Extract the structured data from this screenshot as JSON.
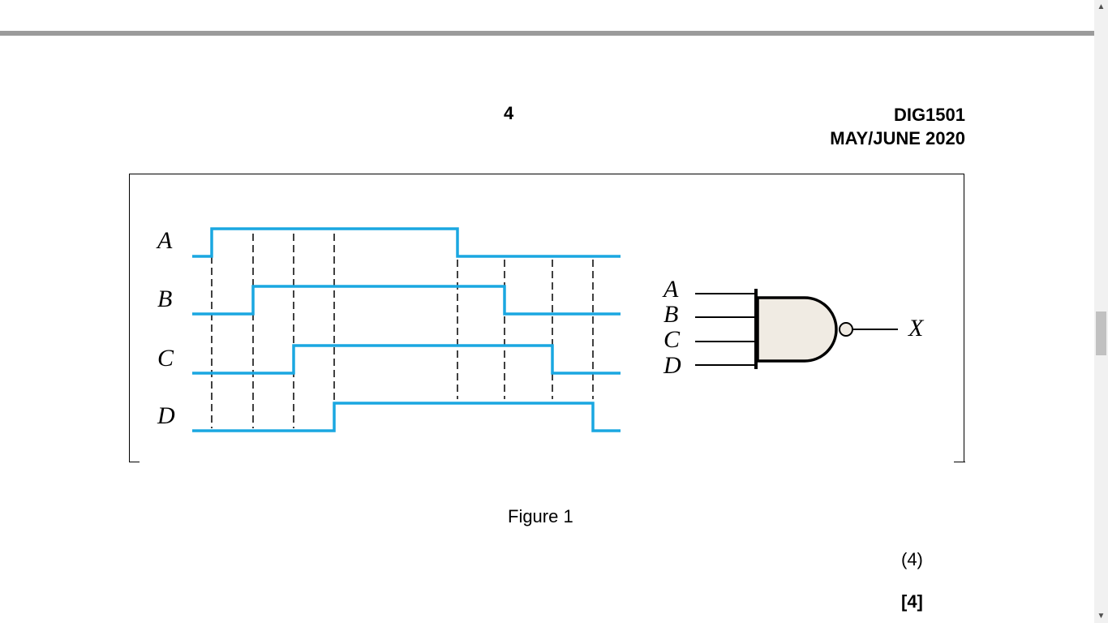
{
  "header": {
    "page_number": "4",
    "course_code": "DIG1501",
    "exam_session": "MAY/JUNE 2020"
  },
  "figure": {
    "signals": [
      {
        "name": "A",
        "levels": [
          0,
          1,
          1,
          1,
          1,
          0,
          0,
          0,
          0
        ]
      },
      {
        "name": "B",
        "levels": [
          0,
          0,
          1,
          1,
          1,
          1,
          0,
          0,
          0
        ]
      },
      {
        "name": "C",
        "levels": [
          0,
          0,
          0,
          1,
          1,
          1,
          1,
          0,
          0
        ]
      },
      {
        "name": "D",
        "levels": [
          0,
          0,
          0,
          0,
          1,
          1,
          1,
          1,
          0
        ]
      }
    ],
    "gate": {
      "type": "NAND",
      "inputs": [
        "A",
        "B",
        "C",
        "D"
      ],
      "output": "X"
    },
    "signal_color": "#1aa7e1",
    "gate_fill": "#f0ebe3",
    "caption": "Figure 1"
  },
  "marks": {
    "sub_marks": "(4)",
    "total_marks": "[4]"
  },
  "scrollbar": {
    "up_icon": "chevron-up-icon",
    "down_icon": "chevron-down-icon"
  }
}
